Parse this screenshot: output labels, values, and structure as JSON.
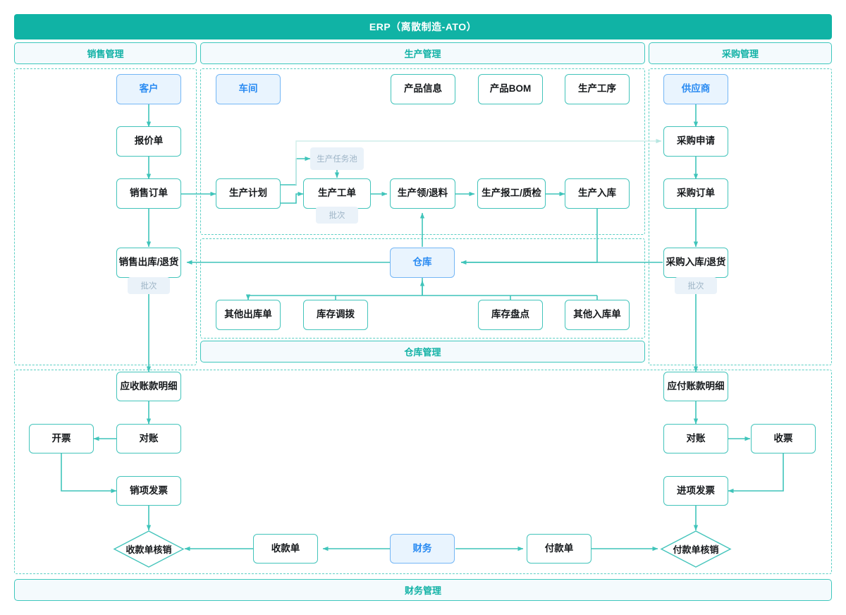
{
  "header": {
    "title": "ERP（离散制造-ATO）"
  },
  "groups": {
    "sales": "销售管理",
    "production": "生产管理",
    "purchase": "采购管理",
    "warehouse": "仓库管理",
    "finance": "财务管理"
  },
  "nodes": {
    "customer": "客户",
    "quotation": "报价单",
    "sales_order": "销售订单",
    "sales_out_return": "销售出库/退货",
    "workshop": "车间",
    "product_info": "产品信息",
    "product_bom": "产品BOM",
    "production_process": "生产工序",
    "production_plan": "生产计划",
    "task_pool": "生产任务池",
    "work_order": "生产工单",
    "pick_return": "生产领/退料",
    "report_qc": "生产报工/质检",
    "production_in": "生产入库",
    "supplier": "供应商",
    "purchase_request": "采购申请",
    "purchase_order": "采购订单",
    "purchase_in_return": "采购入库/退货",
    "warehouse_node": "仓库",
    "other_out": "其他出库单",
    "stock_transfer": "库存调拨",
    "stock_count": "库存盘点",
    "other_in": "其他入库单",
    "ar_detail": "应收账款明细",
    "reconcile_ar": "对账",
    "invoicing": "开票",
    "output_invoice": "销项发票",
    "receipt_writeoff": "收款单核销",
    "receipt_note": "收款单",
    "finance_node": "财务",
    "payment_note": "付款单",
    "payment_writeoff": "付款单核销",
    "ap_detail": "应付账款明细",
    "reconcile_ap": "对账",
    "receive_invoice": "收票",
    "input_invoice": "进项发票"
  },
  "badges": {
    "sales_batch": "批次",
    "workorder_batch": "批次",
    "purchase_batch": "批次"
  },
  "colors": {
    "brand_teal": "#10b3a5",
    "edge_teal": "#3fc4ba",
    "node_border": "#43c4bb",
    "blue_accent": "#2a8bf2",
    "blue_fill": "#e9f4fe",
    "badge_fill": "#eaf2f9",
    "lane_dash": "#5ccfc4"
  }
}
